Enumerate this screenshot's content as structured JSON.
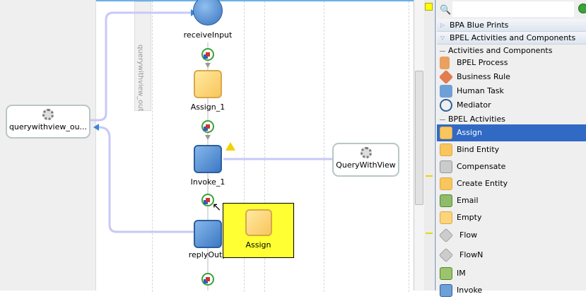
{
  "partners": {
    "left": "querywithview_ou...",
    "right": "QueryWithView"
  },
  "swimlane_label": "querywithview_out",
  "activities": [
    {
      "label": "receiveInput"
    },
    {
      "label": "Assign_1"
    },
    {
      "label": "Invoke_1"
    },
    {
      "label": "replyOutp"
    }
  ],
  "drag_tooltip": {
    "label": "Assign"
  },
  "palette": {
    "search_placeholder": "",
    "accordions": [
      {
        "label": "BPA Blue Prints"
      },
      {
        "label": "BPEL Activities and Components"
      }
    ],
    "sections": [
      {
        "label": "Activities and Components"
      },
      {
        "label": "BPEL Activities"
      }
    ],
    "components": [
      {
        "label": "BPEL Process"
      },
      {
        "label": "Business Rule"
      },
      {
        "label": "Human Task"
      },
      {
        "label": "Mediator"
      }
    ],
    "activities": [
      {
        "label": "Assign",
        "selected": true
      },
      {
        "label": "Bind Entity"
      },
      {
        "label": "Compensate"
      },
      {
        "label": "Create Entity"
      },
      {
        "label": "Email"
      },
      {
        "label": "Empty"
      },
      {
        "label": "Flow"
      },
      {
        "label": "FlowN"
      },
      {
        "label": "IM"
      },
      {
        "label": "Invoke"
      }
    ]
  },
  "colors": {
    "selection": "#316ac5",
    "tooltip": "#ffff33",
    "link": "#c8c8f8"
  }
}
